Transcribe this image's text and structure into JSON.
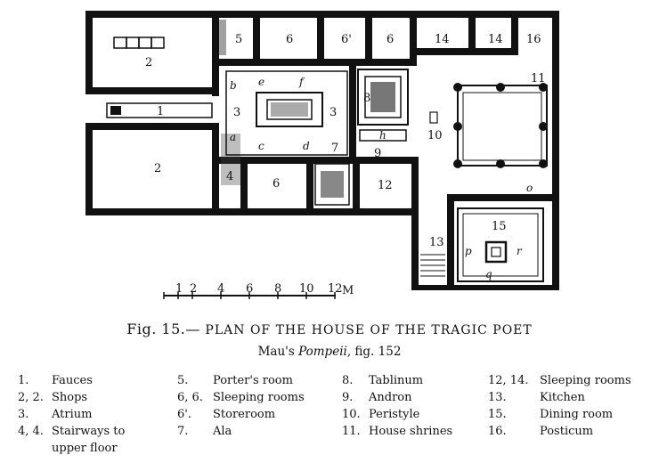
{
  "plan": {
    "rooms": [
      {
        "id": "r2a",
        "label": "2"
      },
      {
        "id": "r1",
        "label": "1"
      },
      {
        "id": "r2b",
        "label": "2"
      },
      {
        "id": "r3a",
        "label": "3"
      },
      {
        "id": "r3b",
        "label": "3"
      },
      {
        "id": "r4",
        "label": "4"
      },
      {
        "id": "r5",
        "label": "5"
      },
      {
        "id": "r6a",
        "label": "6"
      },
      {
        "id": "r6p",
        "label": "6'"
      },
      {
        "id": "r6b",
        "label": "6"
      },
      {
        "id": "r6c",
        "label": "6"
      },
      {
        "id": "r7",
        "label": "7"
      },
      {
        "id": "r8",
        "label": "8"
      },
      {
        "id": "r9",
        "label": "9"
      },
      {
        "id": "r10",
        "label": "10"
      },
      {
        "id": "r11",
        "label": "11"
      },
      {
        "id": "r12",
        "label": "12"
      },
      {
        "id": "r13",
        "label": "13"
      },
      {
        "id": "r14a",
        "label": "14"
      },
      {
        "id": "r14b",
        "label": "14"
      },
      {
        "id": "r15",
        "label": "15"
      },
      {
        "id": "r16",
        "label": "16"
      }
    ],
    "letters": [
      {
        "id": "la",
        "label": "a"
      },
      {
        "id": "lb",
        "label": "b"
      },
      {
        "id": "lc",
        "label": "c"
      },
      {
        "id": "ld",
        "label": "d"
      },
      {
        "id": "le",
        "label": "e"
      },
      {
        "id": "lf",
        "label": "f"
      },
      {
        "id": "lh",
        "label": "h"
      },
      {
        "id": "lo",
        "label": "o"
      },
      {
        "id": "lp",
        "label": "p"
      },
      {
        "id": "lq",
        "label": "q"
      },
      {
        "id": "lr",
        "label": "r"
      }
    ],
    "scale": {
      "ticks": [
        "1",
        "2",
        "4",
        "6",
        "8",
        "10",
        "12"
      ],
      "unit": "M"
    }
  },
  "caption": {
    "fig": "Fig. 15.",
    "dash": "—",
    "title": "Plan of the House of the Tragic Poet"
  },
  "source": {
    "author": "Mau's",
    "work": "Pompeii",
    "ref": ", fig. 152"
  },
  "legend": {
    "col1": [
      {
        "num": "1.",
        "text": "Fauces"
      },
      {
        "num": "2, 2.",
        "text": "Shops"
      },
      {
        "num": "3.",
        "text": "Atrium"
      },
      {
        "num": "4, 4.",
        "text": "Stairways to"
      },
      {
        "num": "",
        "text": "upper floor"
      }
    ],
    "col2": [
      {
        "num": "5.",
        "text": "Porter's room"
      },
      {
        "num": "6, 6.",
        "text": "Sleeping rooms"
      },
      {
        "num": "6'.",
        "text": "Storeroom"
      },
      {
        "num": "7.",
        "text": "Ala"
      }
    ],
    "col3": [
      {
        "num": "8.",
        "text": "Tablinum"
      },
      {
        "num": "9.",
        "text": "Andron"
      },
      {
        "num": "10.",
        "text": "Peristyle"
      },
      {
        "num": "11.",
        "text": "House shrines"
      }
    ],
    "col4": [
      {
        "num": "12, 14.",
        "text": "Sleeping rooms"
      },
      {
        "num": "13.",
        "text": "Kitchen"
      },
      {
        "num": "15.",
        "text": "Dining room"
      },
      {
        "num": "16.",
        "text": "Posticum"
      }
    ]
  }
}
